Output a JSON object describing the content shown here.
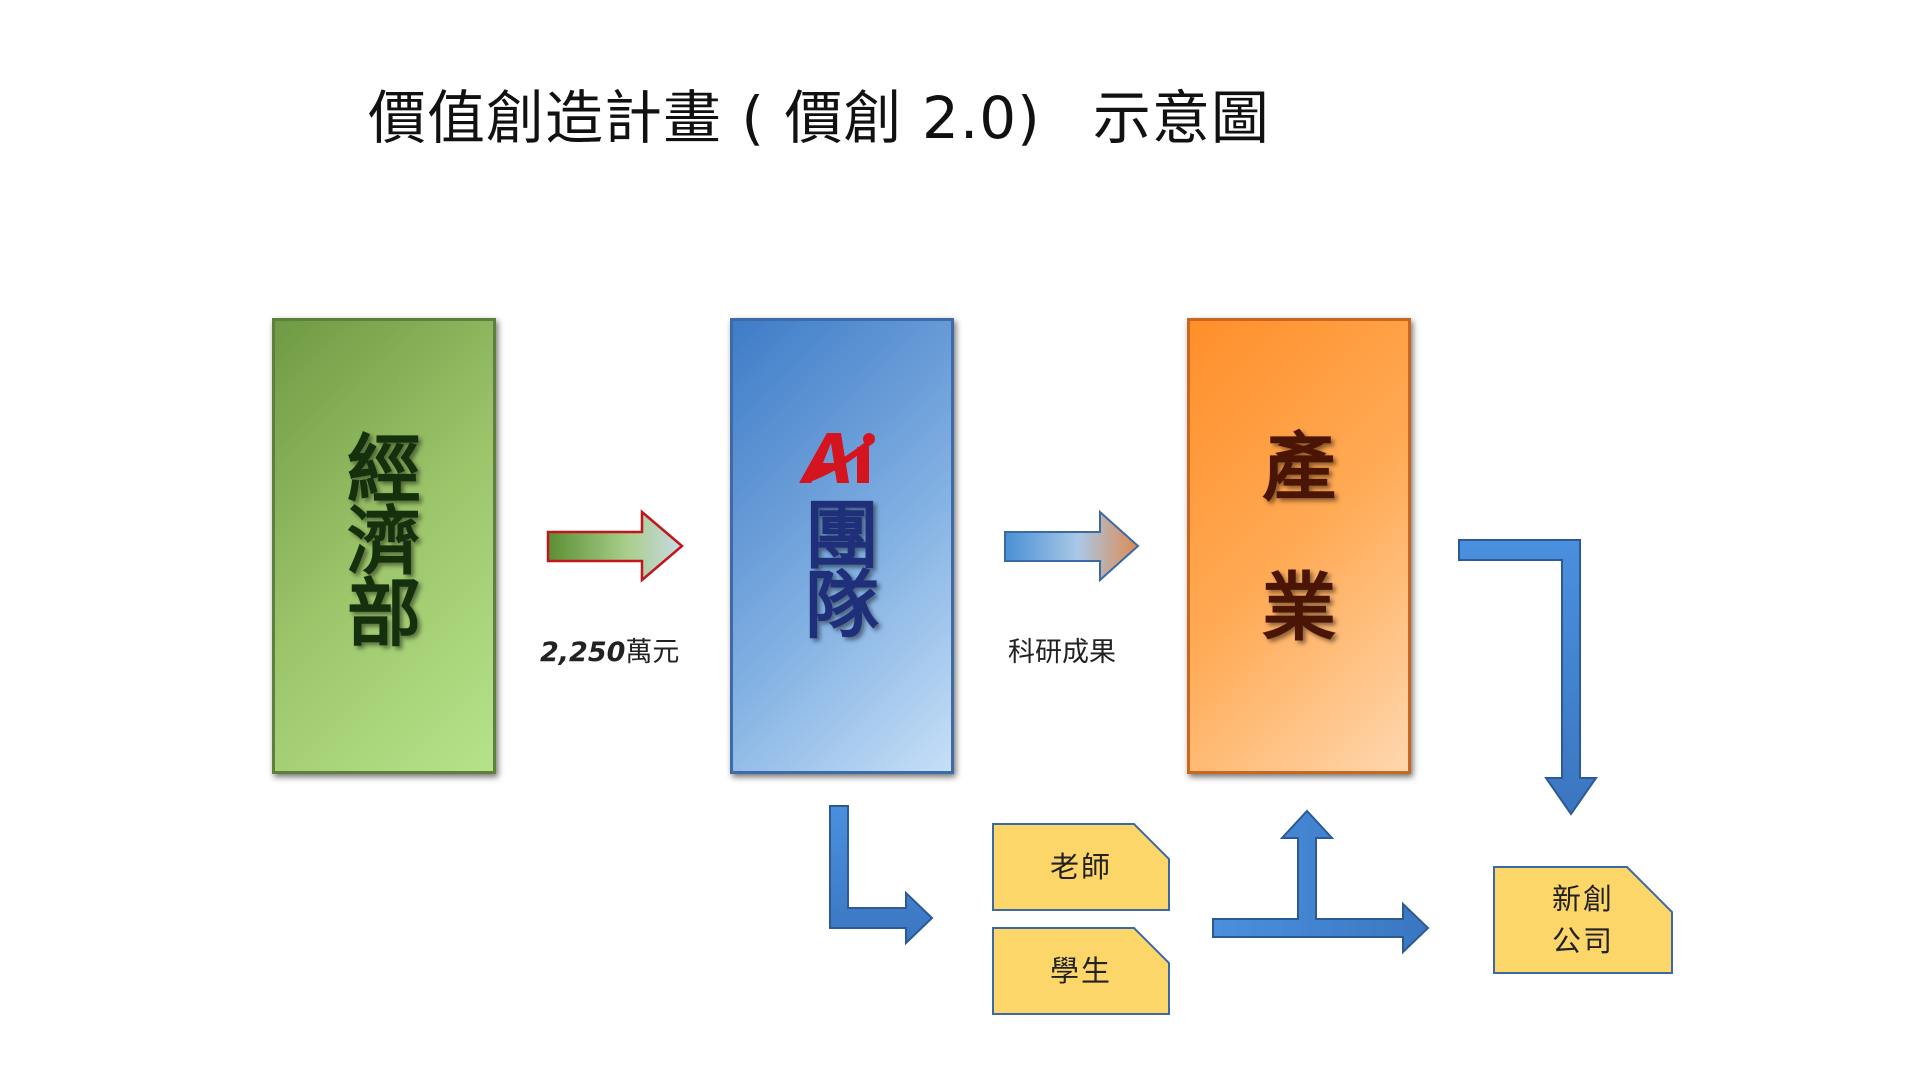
{
  "title": {
    "main": "價值創造計畫 ( 價創 2.0)",
    "suffix": "示意圖"
  },
  "boxes": {
    "moea": {
      "chars": [
        "經",
        "濟",
        "部"
      ],
      "color": "#9cc56a"
    },
    "team": {
      "logo_text": "Ai",
      "chars": [
        "團",
        "隊"
      ],
      "color": "#80afe2",
      "logo_color": "#d4141f"
    },
    "industry": {
      "chars": [
        "產",
        "業"
      ],
      "color": "#ffaa55"
    }
  },
  "labels": {
    "funding_amount": "2,250",
    "funding_unit": "萬元",
    "research": "科研成果"
  },
  "notes": {
    "teacher": "老師",
    "student": "學生",
    "startup_line1": "新創",
    "startup_line2": "公司",
    "color": "#fdd66a"
  }
}
